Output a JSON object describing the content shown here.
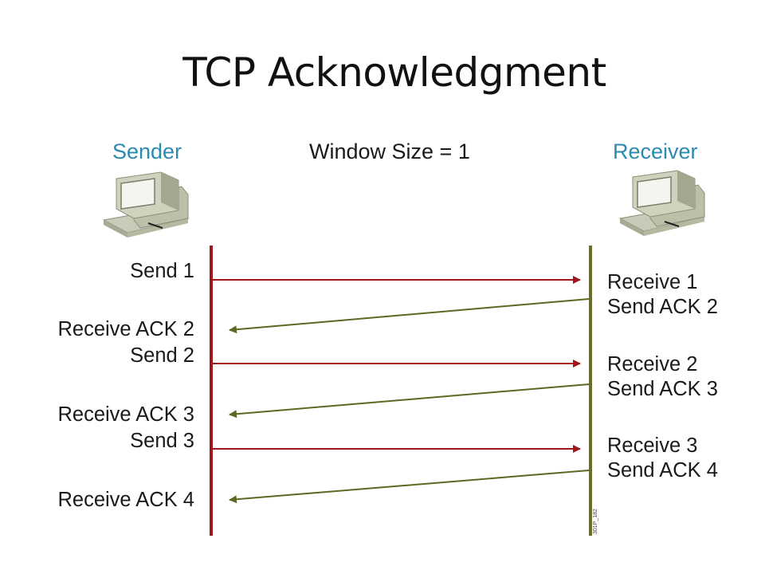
{
  "title": "TCP Acknowledgment",
  "sender_label": "Sender",
  "receiver_label": "Receiver",
  "window_label": "Window Size = 1",
  "sender_events": {
    "send1": "Send 1",
    "ack2": "Receive ACK 2",
    "send2": "Send 2",
    "ack3": "Receive ACK 3",
    "send3": "Send 3",
    "ack4": "Receive ACK 4"
  },
  "receiver_events": {
    "recv1": "Receive 1",
    "sendack2": "Send ACK 2",
    "recv2": "Receive 2",
    "sendack3": "Send ACK 3",
    "recv3": "Receive 3",
    "sendack4": "Send ACK 4"
  },
  "figure_id": "301P_182",
  "colors": {
    "data_arrow": "#a0141b",
    "ack_arrow": "#5a6a22",
    "sender_timeline": "#a0141b",
    "receiver_timeline": "#6b6b2a",
    "label_blue": "#2a8bb0"
  },
  "icons": {
    "sender": "computer-icon",
    "receiver": "computer-icon"
  }
}
